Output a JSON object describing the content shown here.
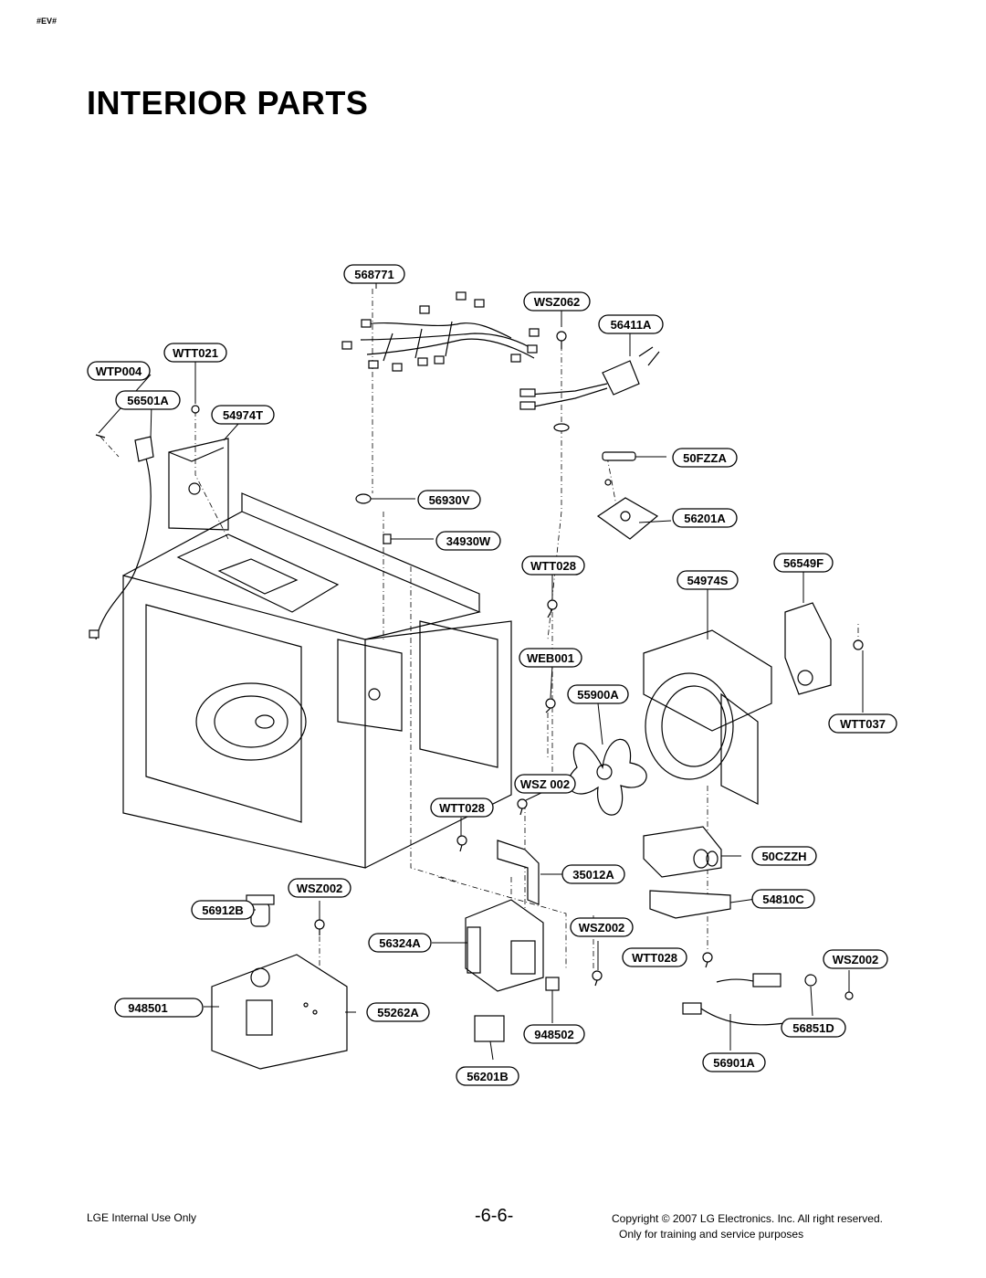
{
  "header": {
    "corner_tag": "#EV#",
    "title": "INTERIOR PARTS"
  },
  "part_labels": {
    "p568771": "568771",
    "pWSZ062": "WSZ062",
    "p56411A": "56411A",
    "pWTT021": "WTT021",
    "pWTP004": "WTP004",
    "p56501A": "56501A",
    "p54974T": "54974T",
    "p50FZZA": "50FZZA",
    "p56930V": "56930V",
    "p56201A": "56201A",
    "p34930W": "34930W",
    "pWTT028a": "WTT028",
    "p56549F": "56549F",
    "p54974S": "54974S",
    "pWEB001": "WEB001",
    "p55900A": "55900A",
    "pWTT037": "WTT037",
    "pWSZ002a": "WSZ 002",
    "pWTT028b": "WTT028",
    "p50CZZH": "50CZZH",
    "p35012A": "35012A",
    "pWSZ002b": "WSZ002",
    "p54810C": "54810C",
    "p56912B": "56912B",
    "pWSZ002c": "WSZ002",
    "p56324A": "56324A",
    "pWTT028c": "WTT028",
    "pWSZ002d": "WSZ002",
    "p948501": "948501",
    "p55262A": "55262A",
    "p948502": "948502",
    "p56851D": "56851D",
    "p56901A": "56901A",
    "p56201B": "56201B"
  },
  "footer": {
    "left": "LGE Internal Use Only",
    "page_number": "-6-6-",
    "copyright": "Copyright © 2007 LG Electronics. Inc. All right reserved.",
    "purpose": "Only for training and service purposes"
  }
}
